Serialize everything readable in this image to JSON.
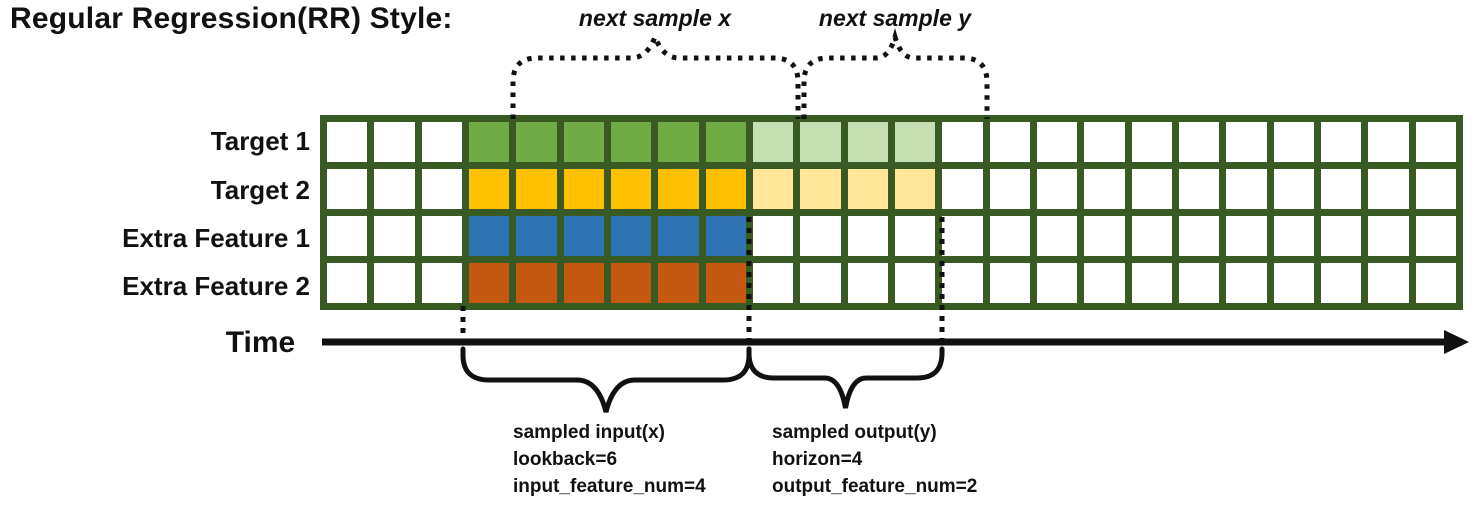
{
  "title": "Regular Regression(RR) Style:",
  "annotations": {
    "next_sample_x": "next sample x",
    "next_sample_y": "next sample y"
  },
  "time_axis": {
    "label": "Time"
  },
  "grid": {
    "total_cols": 24,
    "lead_empty_cols": 3,
    "input_cols": 6,
    "output_cols": 4,
    "rows": [
      {
        "label": "Target 1",
        "input_color": "#6FAC46",
        "output_color": "#C5DFB3"
      },
      {
        "label": "Target 2",
        "input_color": "#FFC000",
        "output_color": "#FFE699"
      },
      {
        "label": "Extra Feature 1",
        "input_color": "#2E74B5",
        "output_color": null
      },
      {
        "label": "Extra Feature 2",
        "input_color": "#C4590F",
        "output_color": null
      }
    ]
  },
  "input_annotation": {
    "line1": "sampled input(x)",
    "line2": "lookback=6",
    "line3": "input_feature_num=4"
  },
  "output_annotation": {
    "line1": "sampled output(y)",
    "line2": "horizon=4",
    "line3": "output_feature_num=2"
  },
  "colors": {
    "grid_line": "#3A5A23",
    "empty_cell": "#FFFFFF",
    "target1_input": "#6FAC46",
    "target1_output": "#C5DFB3",
    "target2_input": "#FFC000",
    "target2_output": "#FFE699",
    "extra1_input": "#2E74B5",
    "extra2_input": "#C4590F",
    "annotation_ink": "#111111"
  }
}
